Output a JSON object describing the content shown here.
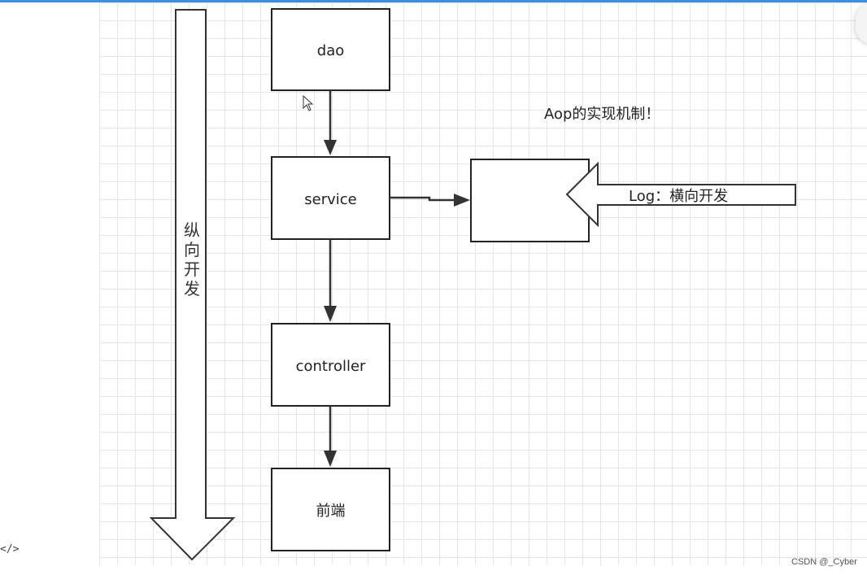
{
  "diagram": {
    "boxes": {
      "dao": "dao",
      "service": "service",
      "controller": "controller",
      "frontend": "前端"
    },
    "vertical_arrow_label": [
      "纵",
      "向",
      "开",
      "发"
    ],
    "log_arrow_label": "Log：横向开发",
    "aop_title": "Aop的实现机制！"
  },
  "watermark": "CSDN @_Cyber",
  "code_toggle": "</>",
  "colors": {
    "top_bar": "#3d8fe0",
    "grid_line": "#e6e6e6",
    "stroke": "#333333"
  }
}
